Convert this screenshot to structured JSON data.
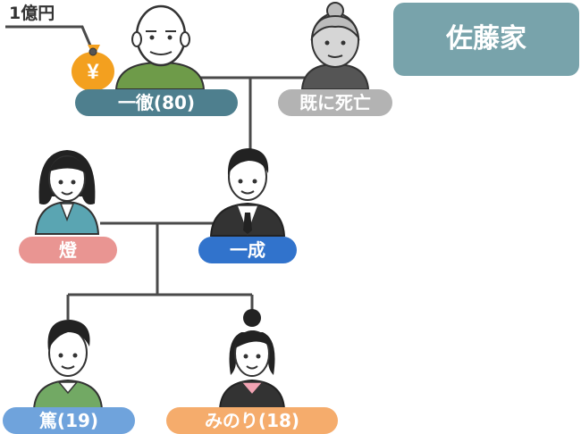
{
  "family_title": "佐藤家",
  "money_label": "1億円",
  "money_symbol": "¥",
  "people": {
    "grandfather": "一徹(80)",
    "grandmother": "既に死亡",
    "mother": "燈",
    "father": "一成",
    "son": "篤(19)",
    "daughter": "みのり(18)"
  },
  "colors": {
    "title_bg": "#78a3ab",
    "grandfather_pill": "#4e7f8e",
    "grandmother_pill": "#b3b3b3",
    "mother_pill": "#e99592",
    "father_pill": "#3173cc",
    "son_pill": "#6fa3dc",
    "daughter_pill": "#f5ac6c",
    "money_bag": "#f3a01f",
    "line": "#4a4a4a"
  }
}
